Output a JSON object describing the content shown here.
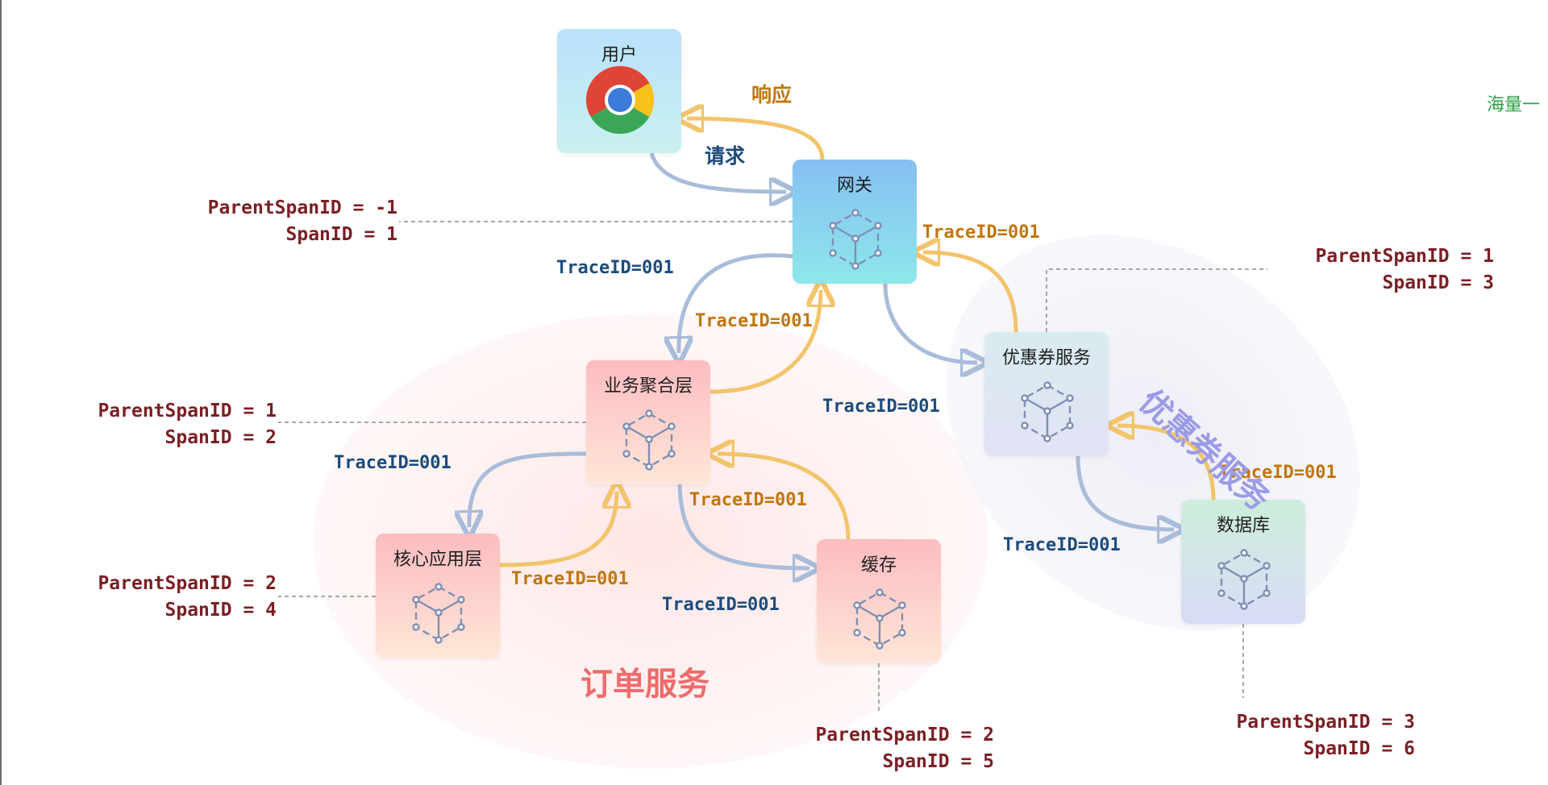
{
  "nodes": {
    "user": {
      "label": "用户",
      "icon": "chrome-icon"
    },
    "gateway": {
      "label": "网关",
      "icon": "cube-icon"
    },
    "aggregation": {
      "label": "业务聚合层",
      "icon": "cube-icon"
    },
    "core": {
      "label": "核心应用层",
      "icon": "cube-icon"
    },
    "cache": {
      "label": "缓存",
      "icon": "cube-icon"
    },
    "coupon": {
      "label": "优惠券服务",
      "icon": "cube-icon"
    },
    "database": {
      "label": "数据库",
      "icon": "cube-icon"
    }
  },
  "flow_labels": {
    "request": "请求",
    "response": "响应",
    "gw_to_agg": "TraceID=001",
    "agg_to_gw": "TraceID=001",
    "coupon_to_gw": "TraceID=001",
    "gw_to_coupon": "TraceID=001",
    "agg_to_core": "TraceID=001",
    "core_to_agg": "TraceID=001",
    "cache_to_agg": "TraceID=001",
    "agg_to_cache": "TraceID=001",
    "db_to_coupon": "TraceID=001",
    "coupon_to_db": "TraceID=001"
  },
  "span_info": {
    "gateway": {
      "parent": "ParentSpanID = -1",
      "span": "SpanID = 1"
    },
    "aggregation": {
      "parent": "ParentSpanID = 1",
      "span": "SpanID = 2"
    },
    "core": {
      "parent": "ParentSpanID = 2",
      "span": "SpanID = 4"
    },
    "cache": {
      "parent": "ParentSpanID = 2",
      "span": "SpanID = 5"
    },
    "coupon": {
      "parent": "ParentSpanID = 1",
      "span": "SpanID = 3"
    },
    "database": {
      "parent": "ParentSpanID = 3",
      "span": "SpanID = 6"
    }
  },
  "groups": {
    "order_service": "订单服务",
    "coupon_service": "优惠券服务"
  },
  "watermark": "海量一",
  "colors": {
    "request_arrow": "#a9bcd9",
    "response_arrow": "#f2c46b",
    "request_text": "#1c4b7c",
    "response_text": "#c0760f",
    "span_text": "#7a1f24",
    "order_group_text": "#ef6b6b",
    "coupon_group_text": "#9b9be6"
  }
}
